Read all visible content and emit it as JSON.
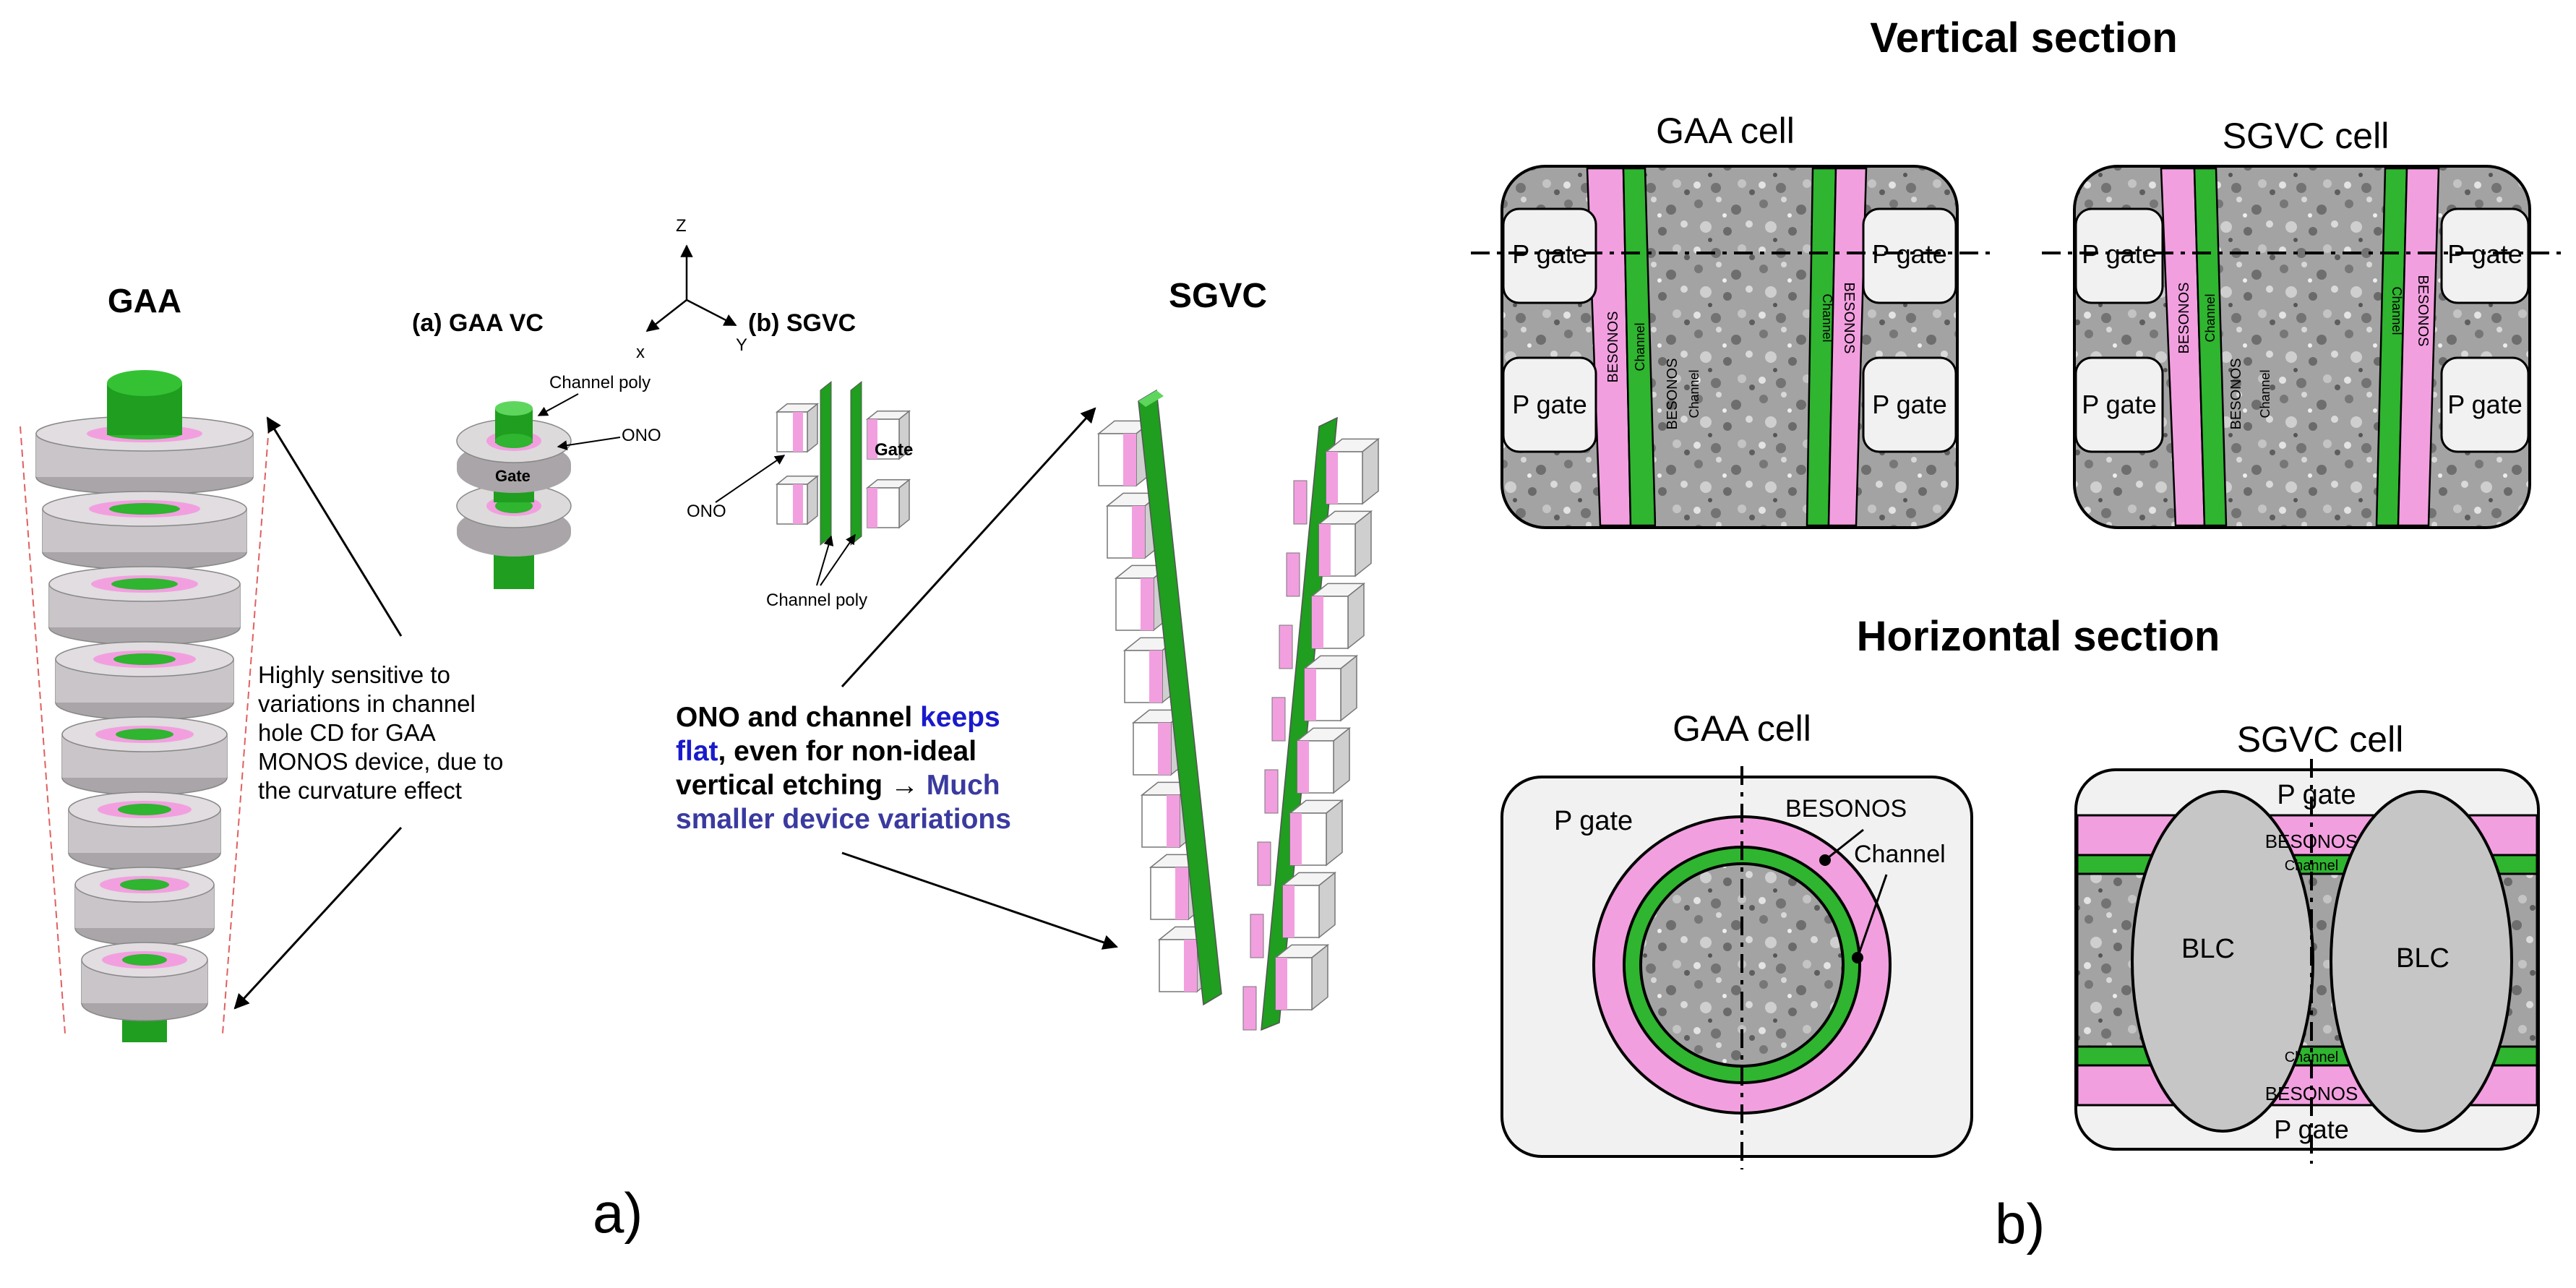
{
  "panel_a": {
    "gaa_title": "GAA",
    "gaa_vc_label": "(a) GAA VC",
    "sgvc_small_label": "(b) SGVC",
    "sgvc_title": "SGVC",
    "axis_z": "Z",
    "axis_x": "x",
    "axis_y": "Y",
    "channel_poly_top": "Channel poly",
    "ono_left": "ONO",
    "gate_small": "Gate",
    "gate_sgvc": "Gate",
    "ono_sgvc": "ONO",
    "channel_poly_bottom": "Channel poly",
    "gaa_note": [
      "Highly sensitive to",
      "variations in channel",
      "hole CD for GAA",
      "MONOS device, due to",
      "the curvature effect"
    ],
    "sgvc_note": {
      "l1a": "ONO and channel ",
      "l1b": "keeps",
      "l2a": "flat",
      "l2b": ", even for non-ideal",
      "l3a": "vertical etching ",
      "l3arrow": "→",
      "l3c": " Much",
      "l4": "smaller device variations"
    },
    "caption": "a)"
  },
  "panel_b": {
    "vertical_title": "Vertical section",
    "horizontal_title": "Horizontal section",
    "gaa_cell": "GAA cell",
    "sgvc_cell": "SGVC cell",
    "p_gate": "P gate",
    "besonos": "BESONOS",
    "channel": "Channel",
    "blc": "BLC",
    "caption": "b)"
  },
  "colors": {
    "green": "#2fb52f",
    "pink": "#f29fe0",
    "gray_ring": "#c9c5c8",
    "blue": "#1a1acc",
    "navy": "#3a3aa0",
    "pgate_fill": "#f1f1f1",
    "blc_fill": "#c6c6c6"
  }
}
